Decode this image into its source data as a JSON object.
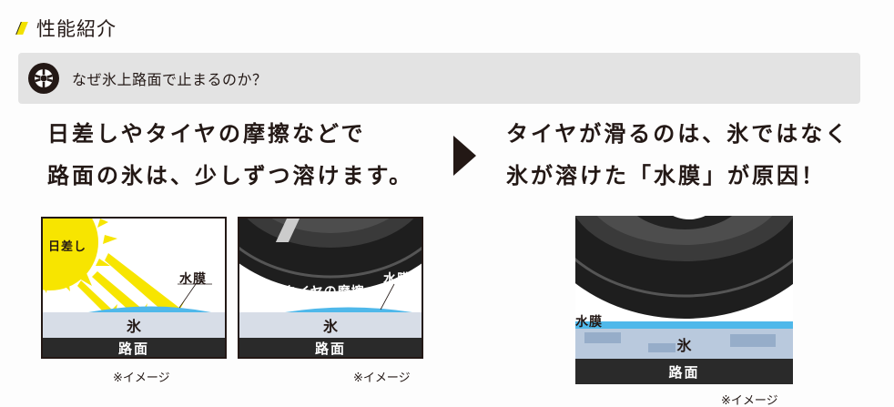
{
  "section": {
    "title": "性能紹介"
  },
  "banner": {
    "icon": "tire-icon",
    "text": "なぜ氷上路面で止まるのか？"
  },
  "lead_left": {
    "line1": "日差しやタイヤの摩擦などで",
    "line2": "路面の氷は、少しずつ溶けます。"
  },
  "lead_right": {
    "line1": "タイヤが滑るのは、氷ではなく",
    "line2": "氷が溶けた「水膜」が原因！"
  },
  "illustrations": {
    "sun": {
      "sun_label": "日差し",
      "film_label": "水膜",
      "ice_label": "氷",
      "road_label": "路面",
      "caption": "※イメージ"
    },
    "friction": {
      "friction_label": "タイヤの摩擦",
      "film_label": "水膜",
      "ice_label": "氷",
      "road_label": "路面",
      "caption": "※イメージ"
    },
    "film": {
      "film_label": "水膜",
      "ice_label": "氷",
      "road_label": "路面",
      "caption": "※イメージ"
    }
  },
  "colors": {
    "accent_yellow": "#f2e100",
    "water_blue": "#4fb8ea",
    "ice": "#d7dde7",
    "road": "#2a2a2a",
    "banner_bg": "#e3e3e3",
    "text": "#231815"
  }
}
